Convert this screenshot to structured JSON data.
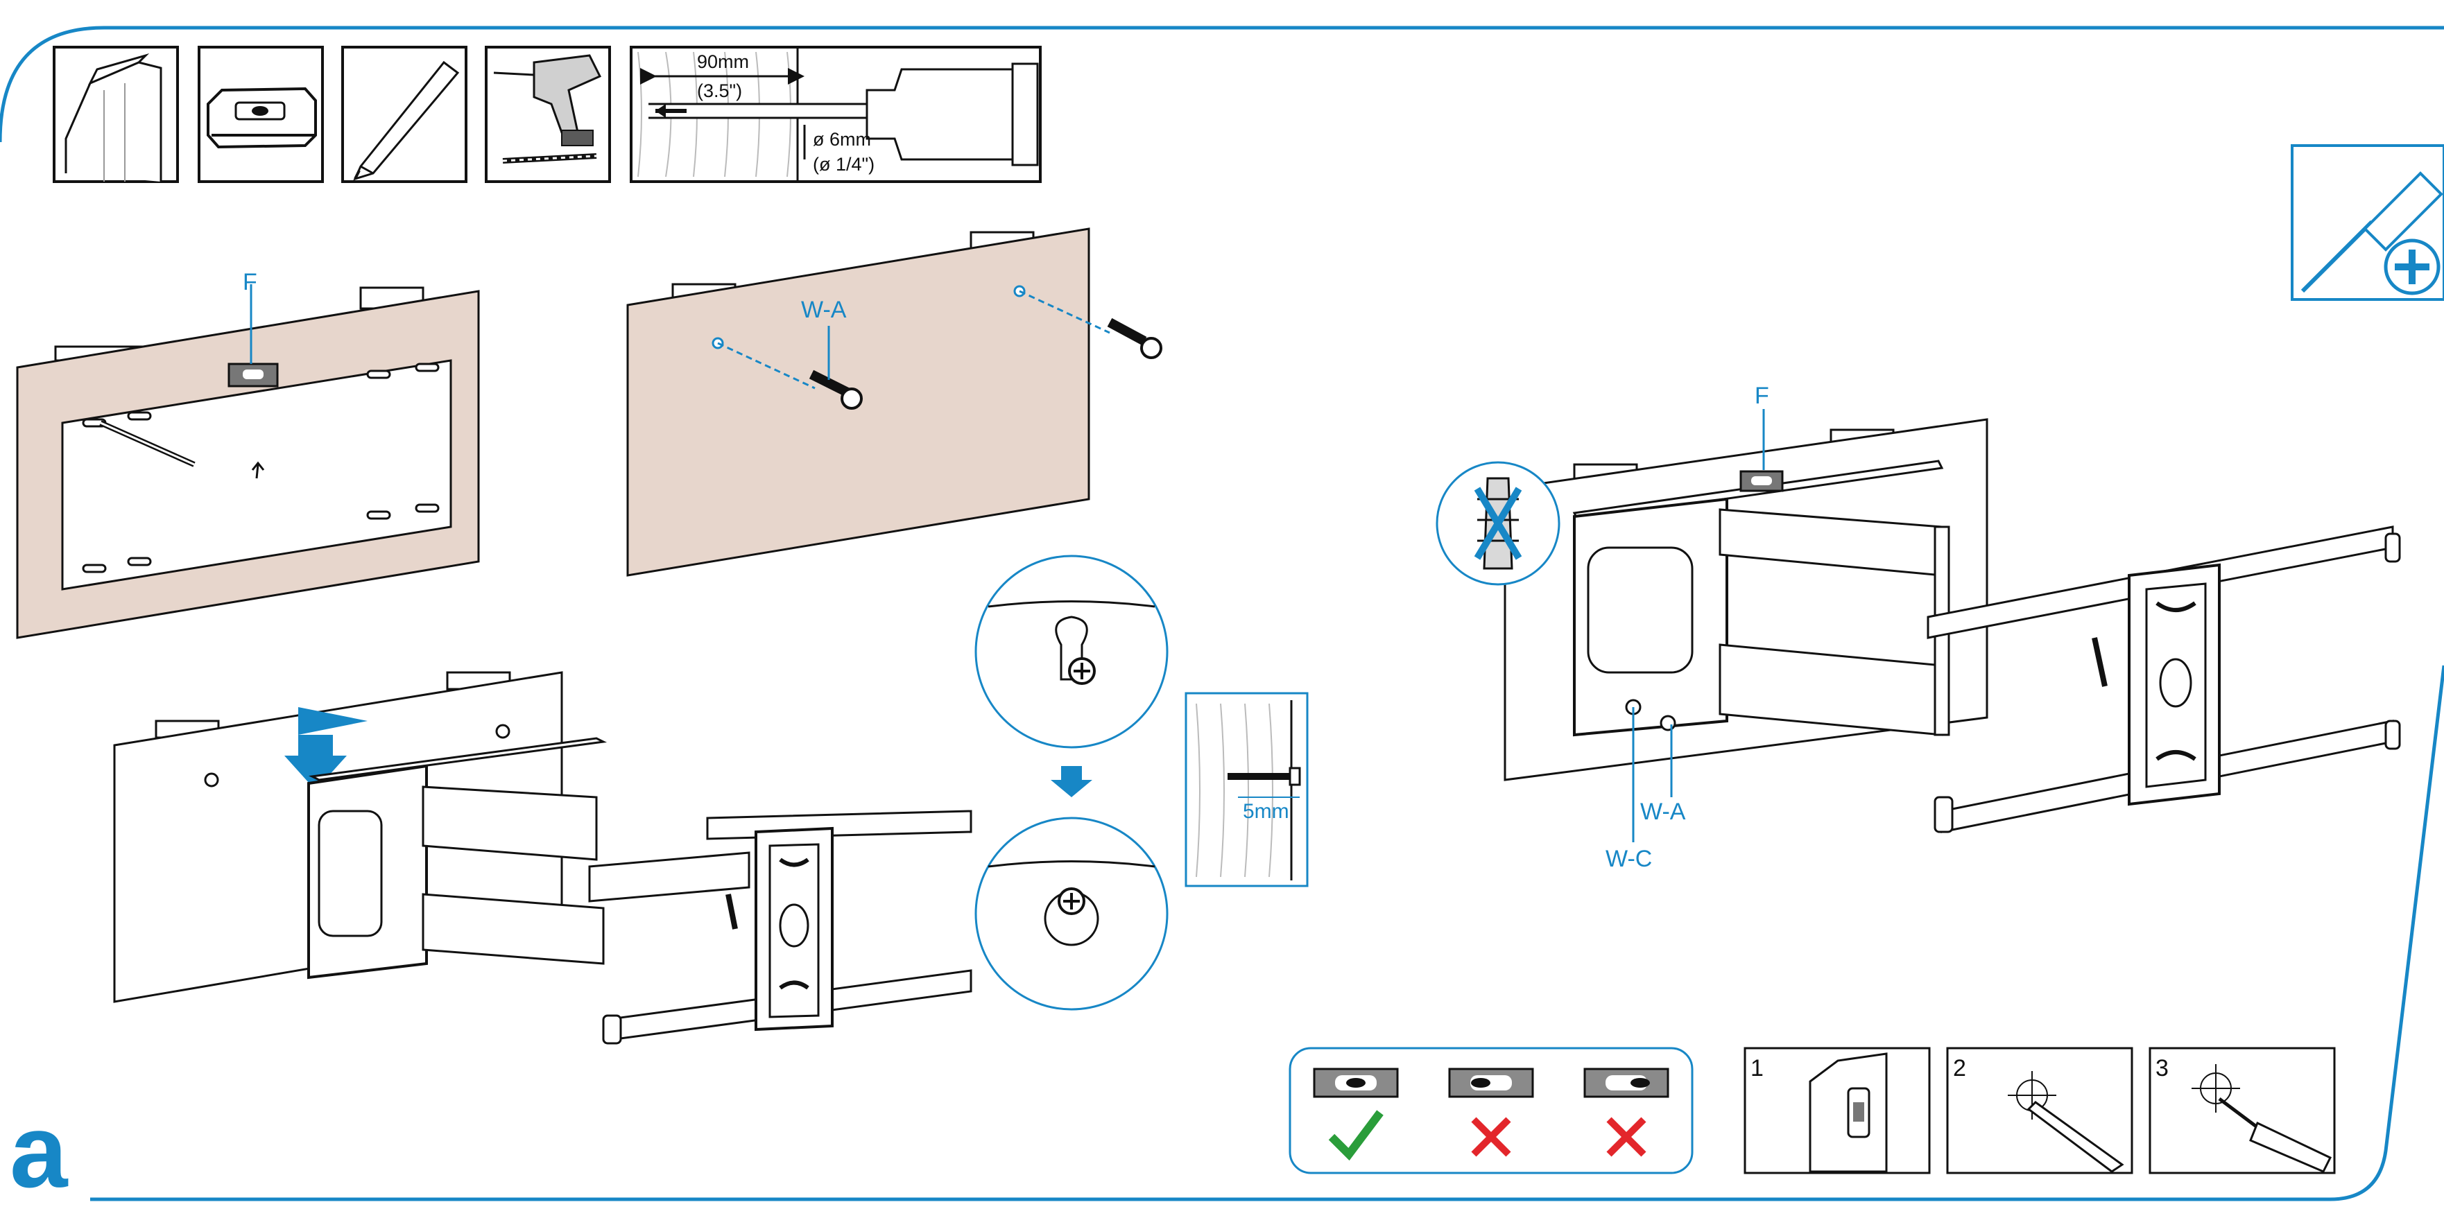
{
  "page_letter": "a",
  "colors": {
    "accent": "#1787c6",
    "wall": "#e7d6cc",
    "ok": "#2a9d3a",
    "bad": "#e3262b"
  },
  "tools": {
    "stud_finder_icon": "stud-icon",
    "level_icon": "level-icon",
    "pencil_icon": "pencil-icon",
    "drill_icon": "drill-icon",
    "drill_depth_label": "90mm",
    "drill_depth_label_in": "(3.5\")",
    "drill_bit_label": "ø 6mm",
    "drill_bit_label_in": "(ø 1/4\")"
  },
  "labels": {
    "level_part": "F",
    "lag_bolt": "W-A",
    "lag_bolt_right": "W-A",
    "washer": "W-C",
    "level_part_right": "F",
    "gap": "5mm"
  },
  "steps": [
    "1",
    "2",
    "3"
  ],
  "level_checks": [
    {
      "result": "ok",
      "icon": "check-icon"
    },
    {
      "result": "bad",
      "icon": "cross-icon"
    },
    {
      "result": "bad",
      "icon": "cross-icon"
    }
  ],
  "tool_hint_icon": "screwdriver-icon"
}
